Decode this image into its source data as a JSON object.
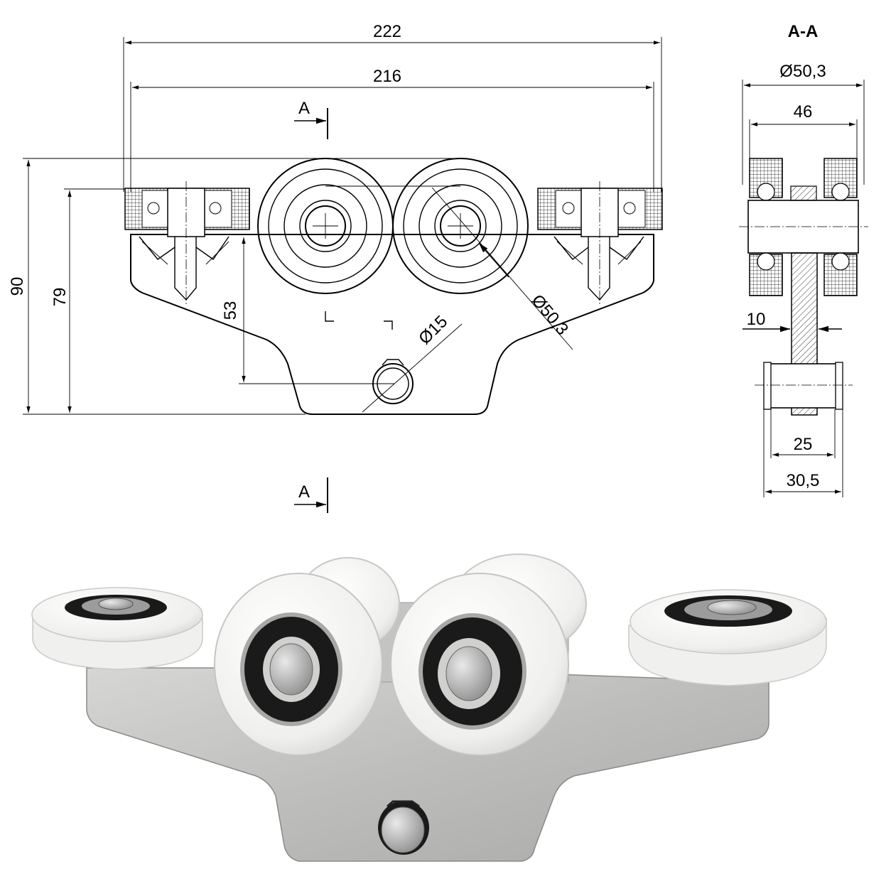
{
  "front_view": {
    "dim_overall_width": "222",
    "dim_wheel_span": "216",
    "dim_height_total": "90",
    "dim_height_wheels": "79",
    "dim_axle_height": "53",
    "dim_pin_diameter": "Ø15",
    "dim_wheel_diameter": "Ø50,3",
    "section_marker_top": "A",
    "section_marker_bottom": "A"
  },
  "section_view": {
    "title": "A-A",
    "dim_wheel_diameter": "Ø50,3",
    "dim_wheel_width": "46",
    "dim_plate_thickness": "10",
    "dim_pin_inner": "25",
    "dim_pin_outer": "30,5"
  },
  "colors": {
    "line": "#000000",
    "nylon_white": "#f4f4f2",
    "steel": "#c8c8c6",
    "bearing_black": "#1a1a1a"
  }
}
